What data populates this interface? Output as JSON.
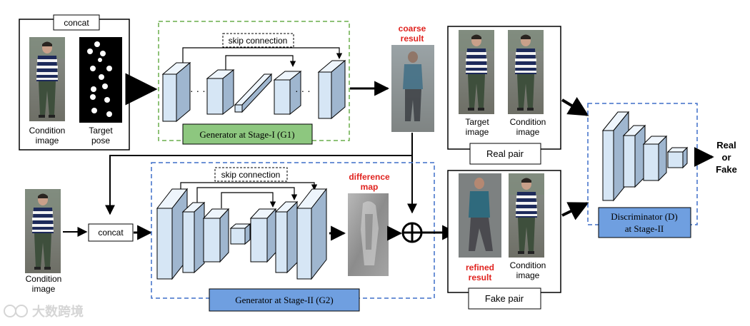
{
  "stage1": {
    "concat_label": "concat",
    "condition_label_line1": "Condition",
    "condition_label_line2": "image",
    "target_pose_line1": "Target",
    "target_pose_line2": "pose",
    "skip_label": "skip connection",
    "dots_left": "· · ·",
    "dots_right": "· · ·",
    "generator_label": "Generator at Stage-I (G1)",
    "coarse_line1": "coarse",
    "coarse_line2": "result"
  },
  "stage2": {
    "condition_label_line1": "Condition",
    "condition_label_line2": "image",
    "concat_label": "concat",
    "skip_label": "skip connection",
    "difference_line1": "difference",
    "difference_line2": "map",
    "generator_label": "Generator at Stage-II (G2)"
  },
  "real_pair": {
    "target_line1": "Target",
    "target_line2": "image",
    "condition_line1": "Condition",
    "condition_line2": "image",
    "label": "Real pair"
  },
  "fake_pair": {
    "refined_line1": "refined",
    "refined_line2": "result",
    "condition_line1": "Condition",
    "condition_line2": "image",
    "label": "Fake pair"
  },
  "discriminator": {
    "label_line1": "Discriminator (D)",
    "label_line2": "at Stage-II"
  },
  "output": {
    "line1": "Real",
    "line2": "or",
    "line3": "Fake"
  },
  "watermark": {
    "text": "大数跨境"
  },
  "colors": {
    "block_fill": "#d6e6f5",
    "block_top": "#eef5fc",
    "block_side": "#9fb6cf",
    "green_box": "#8dc77f",
    "blue_box": "#6f9fe0",
    "green_dash": "#6aae4c",
    "blue_dash": "#3f6fc8",
    "red_text": "#e0231f"
  }
}
